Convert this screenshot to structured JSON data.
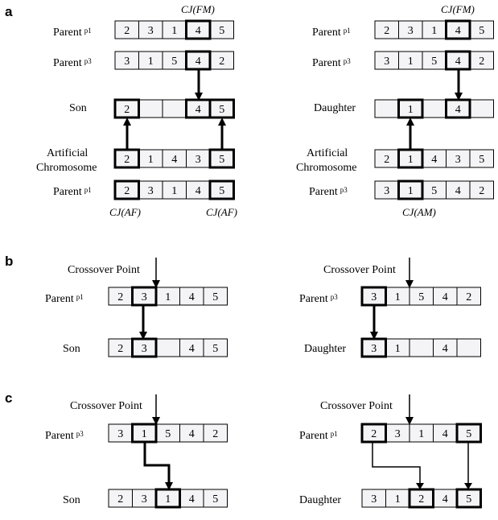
{
  "sections": [
    {
      "id": "a",
      "letter": "a",
      "panels": [
        {
          "id": "a-left",
          "cj_top": "CJ(FM)",
          "cj_bottom": [
            "CJ(AF)",
            "CJ(AF)"
          ],
          "rows": [
            {
              "label": "Parent",
              "sub": "p1",
              "cells": [
                "2",
                "3",
                "1",
                "4",
                "5"
              ],
              "bold": [
                3
              ]
            },
            {
              "label": "Parent",
              "sub": "p3",
              "cells": [
                "3",
                "1",
                "5",
                "4",
                "2"
              ],
              "bold": [
                3
              ]
            },
            {
              "label": "Son",
              "sub": "",
              "cells": [
                "2",
                "",
                "",
                "4",
                "5"
              ],
              "bold": [
                0,
                3,
                4
              ]
            },
            {
              "label": "Artificial",
              "label2": "Chromosome",
              "sub": "",
              "cells": [
                "2",
                "1",
                "4",
                "3",
                "5"
              ],
              "bold": [
                0,
                4
              ]
            },
            {
              "label": "Parent",
              "sub": "p1",
              "cells": [
                "2",
                "3",
                "1",
                "4",
                "5"
              ],
              "bold": [
                0,
                4
              ]
            }
          ]
        },
        {
          "id": "a-right",
          "cj_top": "CJ(FM)",
          "cj_bottom": [
            "CJ(AM)"
          ],
          "rows": [
            {
              "label": "Parent",
              "sub": "p1",
              "cells": [
                "2",
                "3",
                "1",
                "4",
                "5"
              ],
              "bold": [
                3
              ]
            },
            {
              "label": "Parent",
              "sub": "p3",
              "cells": [
                "3",
                "1",
                "5",
                "4",
                "2"
              ],
              "bold": [
                3
              ]
            },
            {
              "label": "Daughter",
              "sub": "",
              "cells": [
                "",
                "1",
                "",
                "4",
                ""
              ],
              "bold": [
                1,
                3
              ]
            },
            {
              "label": "Artificial",
              "label2": "Chromosome",
              "sub": "",
              "cells": [
                "2",
                "1",
                "4",
                "3",
                "5"
              ],
              "bold": [
                1
              ]
            },
            {
              "label": "Parent",
              "sub": "p3",
              "cells": [
                "3",
                "1",
                "5",
                "4",
                "2"
              ],
              "bold": [
                1
              ]
            }
          ]
        }
      ]
    },
    {
      "id": "b",
      "letter": "b",
      "panels": [
        {
          "id": "b-left",
          "crossover_label": "Crossover Point",
          "rows": [
            {
              "label": "Parent",
              "sub": "p1",
              "cells": [
                "2",
                "3",
                "1",
                "4",
                "5"
              ],
              "bold": [
                1
              ]
            },
            {
              "label": "Son",
              "sub": "",
              "cells": [
                "2",
                "3",
                "",
                "4",
                "5"
              ],
              "bold": [
                1
              ]
            }
          ]
        },
        {
          "id": "b-right",
          "crossover_label": "Crossover Point",
          "rows": [
            {
              "label": "Parent",
              "sub": "p3",
              "cells": [
                "3",
                "1",
                "5",
                "4",
                "2"
              ],
              "bold": [
                0
              ]
            },
            {
              "label": "Daughter",
              "sub": "",
              "cells": [
                "3",
                "1",
                "",
                "4",
                ""
              ],
              "bold": [
                0
              ]
            }
          ]
        }
      ]
    },
    {
      "id": "c",
      "letter": "c",
      "panels": [
        {
          "id": "c-left",
          "crossover_label": "Crossover Point",
          "rows": [
            {
              "label": "Parent",
              "sub": "p3",
              "cells": [
                "3",
                "1",
                "5",
                "4",
                "2"
              ],
              "bold": [
                1
              ]
            },
            {
              "label": "Son",
              "sub": "",
              "cells": [
                "2",
                "3",
                "1",
                "4",
                "5"
              ],
              "bold": [
                2
              ]
            }
          ]
        },
        {
          "id": "c-right",
          "crossover_label": "Crossover Point",
          "rows": [
            {
              "label": "Parent",
              "sub": "p1",
              "cells": [
                "2",
                "3",
                "1",
                "4",
                "5"
              ],
              "bold": [
                0,
                4
              ]
            },
            {
              "label": "Daughter",
              "sub": "",
              "cells": [
                "3",
                "1",
                "2",
                "4",
                "5"
              ],
              "bold": [
                2,
                4
              ]
            }
          ]
        }
      ]
    }
  ]
}
